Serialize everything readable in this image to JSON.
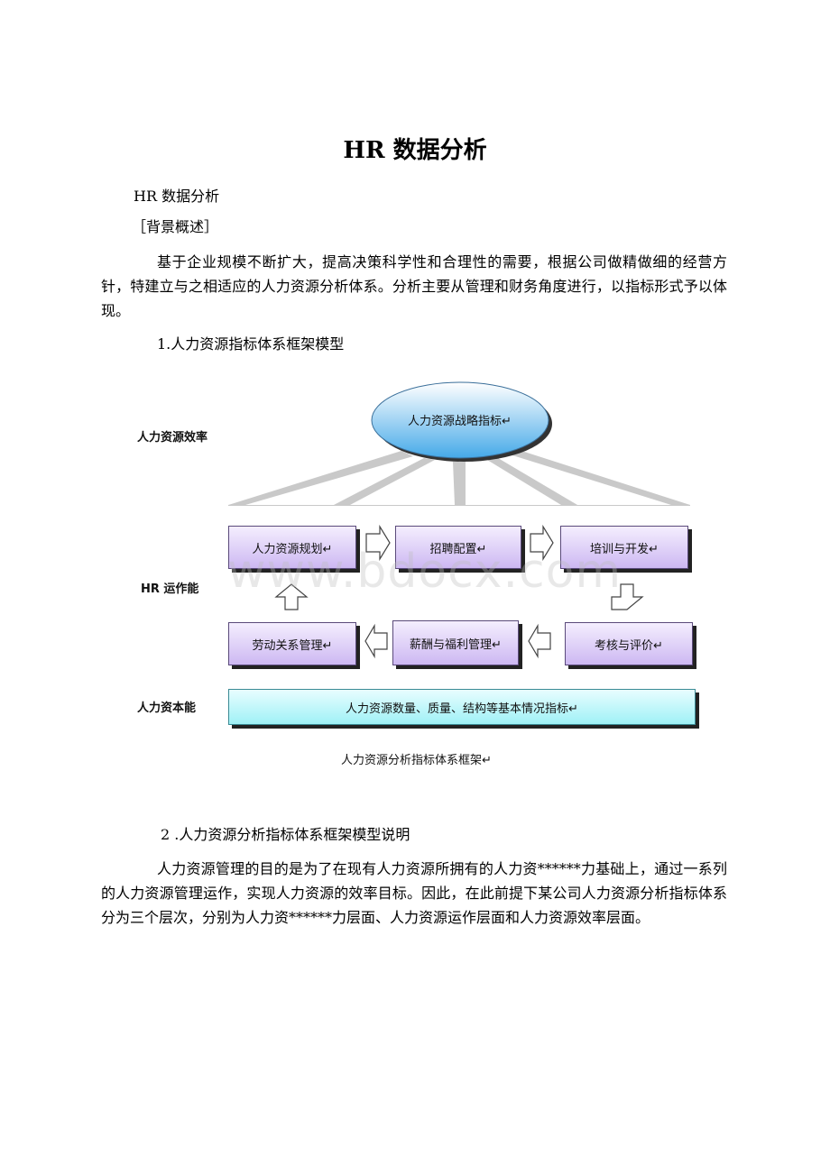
{
  "document": {
    "title": "HR 数据分析",
    "subtitle": "HR 数据分析",
    "section_background": "［背景概述］",
    "intro_paragraph": "基于企业规模不断扩大，提高决策科学性和合理性的需要，根据公司做精做细的经营方针，特建立与之相适应的人力资源分析体系。分析主要从管理和财务角度进行，以指标形式予以体现。",
    "heading_1": "1.人力资源指标体系框架模型",
    "heading_2": "2 .人力资源分析指标体系框架模型说明",
    "paragraph_2": "人力资源管理的目的是为了在现有人力资源所拥有的人力资******力基础上，通过一系列的人力资源管理运作，实现人力资源的效率目标。因此，在此前提下某公司人力资源分析指标体系分为三个层次，分别为人力资******力层面、人力资源运作层面和人力资源效率层面。"
  },
  "diagram": {
    "left_labels": {
      "efficiency": "人力资源效率",
      "operation": "HR 运作能",
      "capital": "人力资本能"
    },
    "oval": "人力资源战略指标↵",
    "row1": [
      "人力资源规划↵",
      "招聘配置↵",
      "培训与开发↵"
    ],
    "row2": [
      "劳动关系管理↵",
      "薪酬与福利管理↵",
      "考核与评价↵"
    ],
    "base_bar": "人力资源数量、质量、结构等基本情况指标↵",
    "caption": "人力资源分析指标体系框架↵",
    "watermark": "www.bdocx.com",
    "colors": {
      "purple_box": "#cdb8f2",
      "cyan_box": "#9ff1f6",
      "fan_gray": "#c9c9c9"
    }
  }
}
